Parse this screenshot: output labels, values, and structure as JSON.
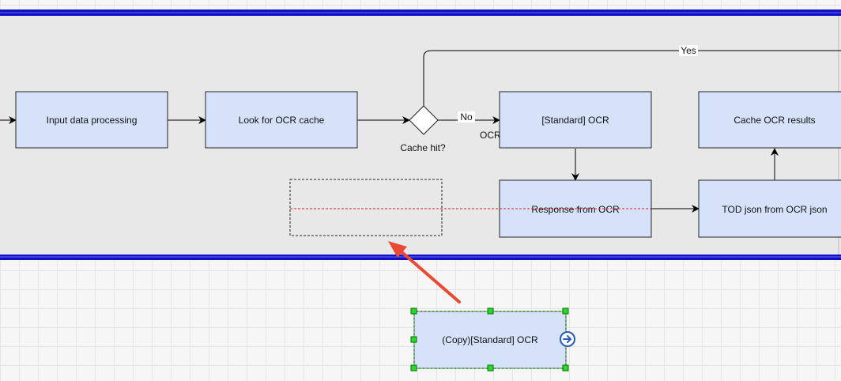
{
  "diagram": {
    "nodes": {
      "input_processing": "Input data processing",
      "look_cache": "Look for OCR cache",
      "decision": "Cache hit?",
      "standard_ocr": "[Standard] OCR",
      "cache_results": "Cache OCR results",
      "response_ocr": "Response from OCR",
      "tod_json": "TOD json from OCR json",
      "copy_ocr": "(Copy)[Standard] OCR"
    },
    "edge_labels": {
      "no": "No",
      "yes": "Yes",
      "ocr_partial": "OCR"
    }
  },
  "colors": {
    "swimlane_border": "#1010c8",
    "swimlane_fill": "#e8e8e8",
    "box_fill": "#d6e2fa",
    "selection_handle": "#22dd22",
    "drop_guide": "#e02020",
    "pointer_arrow": "#ea4a33",
    "connect_icon": "#2a5ab8"
  },
  "icons": {
    "connect": "arrow-right-circle-icon",
    "pointer": "pointer-arrow-icon"
  }
}
